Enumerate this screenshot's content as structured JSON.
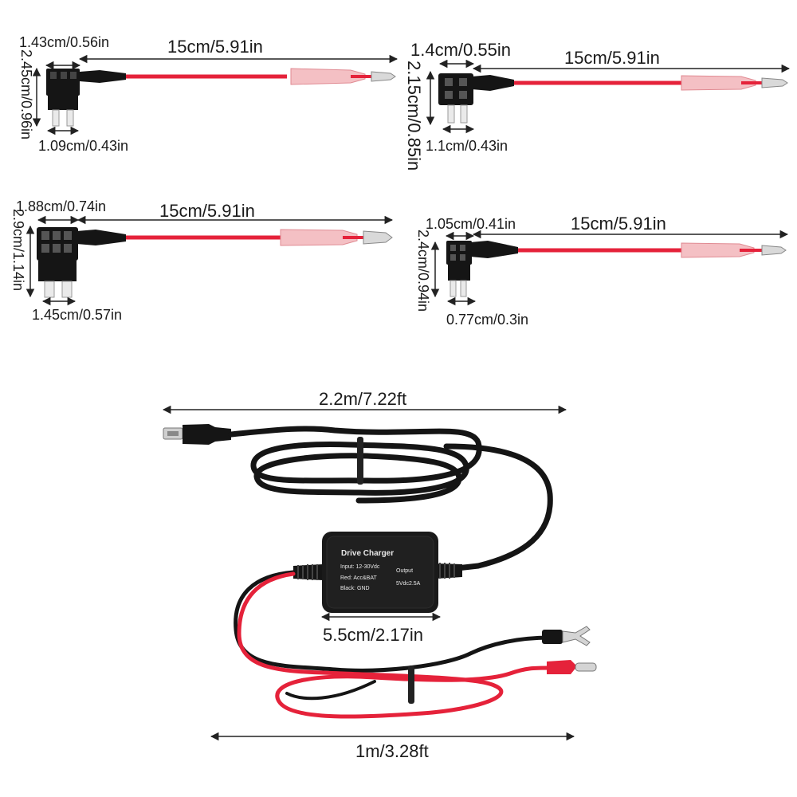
{
  "fuse_taps": [
    {
      "id": "mini",
      "top_width": "1.43cm/0.56in",
      "length": "15cm/5.91in",
      "height": "2.45cm/0.96in",
      "blade_width": "1.09cm/0.43in"
    },
    {
      "id": "low-profile-mini",
      "top_width": "1.4cm/0.55in",
      "length": "15cm/5.91in",
      "height": "2.15cm/0.85in",
      "blade_width": "1.1cm/0.43in"
    },
    {
      "id": "standard",
      "top_width": "1.88cm/0.74in",
      "length": "15cm/5.91in",
      "height": "2.9cm/1.14in",
      "blade_width": "1.45cm/0.57in"
    },
    {
      "id": "micro",
      "top_width": "1.05cm/0.41in",
      "length": "15cm/5.91in",
      "height": "2.4cm/0.94in",
      "blade_width": "0.77cm/0.3in"
    }
  ],
  "charger": {
    "cable_length": "2.2m/7.22ft",
    "box_width": "5.5cm/2.17in",
    "lead_length": "1m/3.28ft",
    "box_title": "Drive Charger",
    "box_input": "Input: 12-30Vdc",
    "box_red": "Red: Acc&BAT",
    "box_black": "Black: GND",
    "box_output_label": "Output",
    "box_output_value": "5Vdc2.5A"
  },
  "colors": {
    "wire_red": "#e5223a",
    "sleeve": "#f3b3b8",
    "plastic_black": "#151515",
    "arrow": "#222222"
  }
}
